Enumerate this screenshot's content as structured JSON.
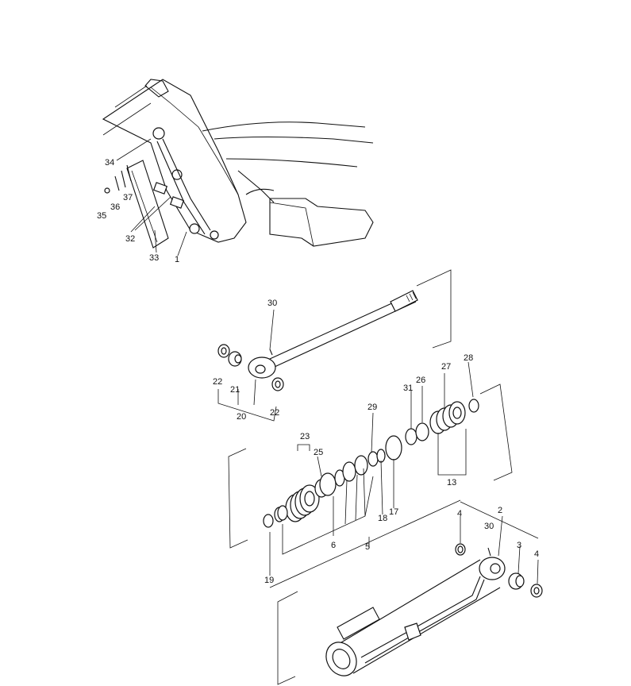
{
  "diagram": {
    "labels": {
      "c1": "1",
      "c2": "2",
      "c3": "3",
      "c4a": "4",
      "c4b": "4",
      "c5": "5",
      "c6": "6",
      "c13": "13",
      "c17": "17",
      "c18": "18",
      "c19": "19",
      "c20": "20",
      "c21": "21",
      "c22a": "22",
      "c22b": "22",
      "c23": "23",
      "c25": "25",
      "c26": "26",
      "c27": "27",
      "c28": "28",
      "c29": "29",
      "c30a": "30",
      "c30b": "30",
      "c31": "31",
      "c32": "32",
      "c33": "33",
      "c34": "34",
      "c35": "35",
      "c36": "36",
      "c37": "37"
    }
  }
}
